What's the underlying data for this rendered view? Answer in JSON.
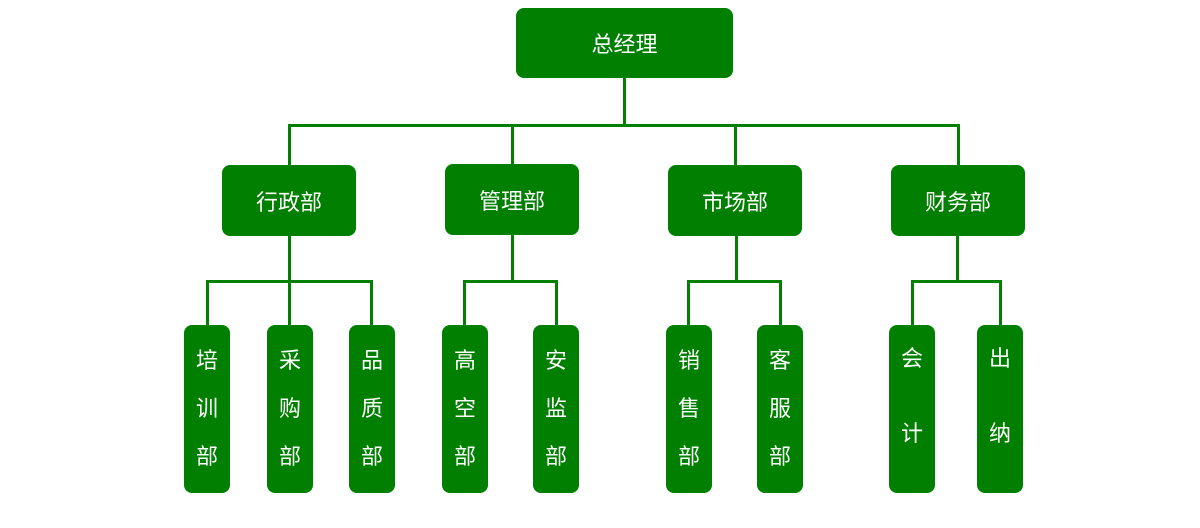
{
  "root": {
    "label": "总经理"
  },
  "departments": [
    {
      "label": "行政部",
      "children": [
        [
          "培",
          "训",
          "部"
        ],
        [
          "采",
          "购",
          "部"
        ],
        [
          "品",
          "质",
          "部"
        ]
      ]
    },
    {
      "label": "管理部",
      "children": [
        [
          "高",
          "空",
          "部"
        ],
        [
          "安",
          "监",
          "部"
        ]
      ]
    },
    {
      "label": "市场部",
      "children": [
        [
          "销",
          "售",
          "部"
        ],
        [
          "客",
          "服",
          "部"
        ]
      ]
    },
    {
      "label": "财务部",
      "children": [
        [
          "会",
          "计"
        ],
        [
          "出",
          "纳"
        ]
      ]
    }
  ],
  "colors": {
    "node": "#007f00",
    "line": "#007f00",
    "text": "#ffffff"
  }
}
